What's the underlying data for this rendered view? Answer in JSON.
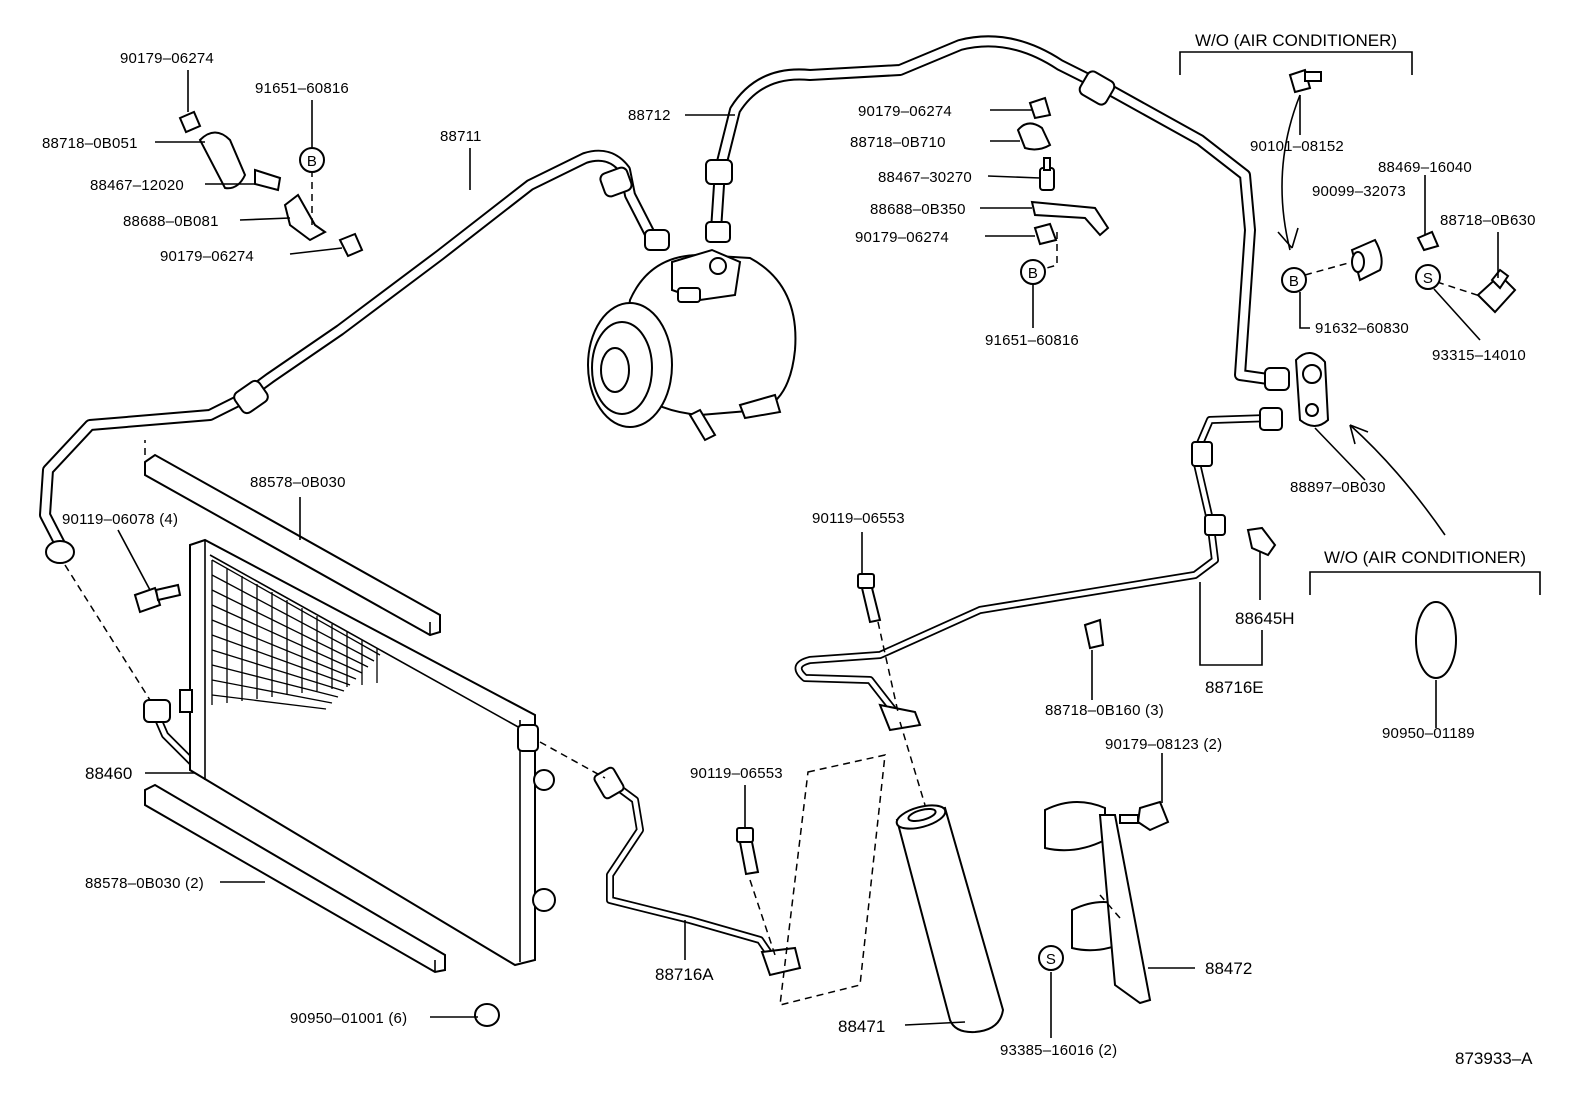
{
  "diagram_id": "873933–A",
  "sections": {
    "wo_ac_top": "W/O (AIR CONDITIONER)",
    "wo_ac_right": "W/O (AIR CONDITIONER)"
  },
  "callout_letters": {
    "b": "B",
    "s": "S"
  },
  "labels": [
    {
      "id": "90179_06274_a",
      "text": "90179–06274"
    },
    {
      "id": "91651_60816_a",
      "text": "91651–60816"
    },
    {
      "id": "88718_0B051",
      "text": "88718–0B051"
    },
    {
      "id": "88467_12020",
      "text": "88467–12020"
    },
    {
      "id": "88688_0B081",
      "text": "88688–0B081"
    },
    {
      "id": "90179_06274_b",
      "text": "90179–06274"
    },
    {
      "id": "88711",
      "text": "88711"
    },
    {
      "id": "88712",
      "text": "88712"
    },
    {
      "id": "90179_06274_c",
      "text": "90179–06274"
    },
    {
      "id": "88718_0B710",
      "text": "88718–0B710"
    },
    {
      "id": "88467_30270",
      "text": "88467–30270"
    },
    {
      "id": "88688_0B350",
      "text": "88688–0B350"
    },
    {
      "id": "90179_06274_d",
      "text": "90179–06274"
    },
    {
      "id": "91651_60816_b",
      "text": "91651–60816"
    },
    {
      "id": "90101_08152",
      "text": "90101–08152"
    },
    {
      "id": "88469_16040",
      "text": "88469–16040"
    },
    {
      "id": "90099_32073",
      "text": "90099–32073"
    },
    {
      "id": "88718_0B630",
      "text": "88718–0B630"
    },
    {
      "id": "91632_60830",
      "text": "91632–60830"
    },
    {
      "id": "93315_14010",
      "text": "93315–14010"
    },
    {
      "id": "88897_0B030",
      "text": "88897–0B030"
    },
    {
      "id": "88578_0B030_a",
      "text": "88578–0B030"
    },
    {
      "id": "90119_06078",
      "text": "90119–06078 (4)"
    },
    {
      "id": "90119_06553_a",
      "text": "90119–06553"
    },
    {
      "id": "88645H",
      "text": "88645H"
    },
    {
      "id": "88716E",
      "text": "88716E"
    },
    {
      "id": "88718_0B160",
      "text": "88718–0B160 (3)"
    },
    {
      "id": "90950_01189",
      "text": "90950–01189"
    },
    {
      "id": "88460",
      "text": "88460"
    },
    {
      "id": "90119_06553_b",
      "text": "90119–06553"
    },
    {
      "id": "90179_08123",
      "text": "90179–08123 (2)"
    },
    {
      "id": "88578_0B030_b",
      "text": "88578–0B030 (2)"
    },
    {
      "id": "88716A",
      "text": "88716A"
    },
    {
      "id": "88472",
      "text": "88472"
    },
    {
      "id": "90950_01001",
      "text": "90950–01001 (6)"
    },
    {
      "id": "88471",
      "text": "88471"
    },
    {
      "id": "93385_16016",
      "text": "93385–16016 (2)"
    }
  ]
}
